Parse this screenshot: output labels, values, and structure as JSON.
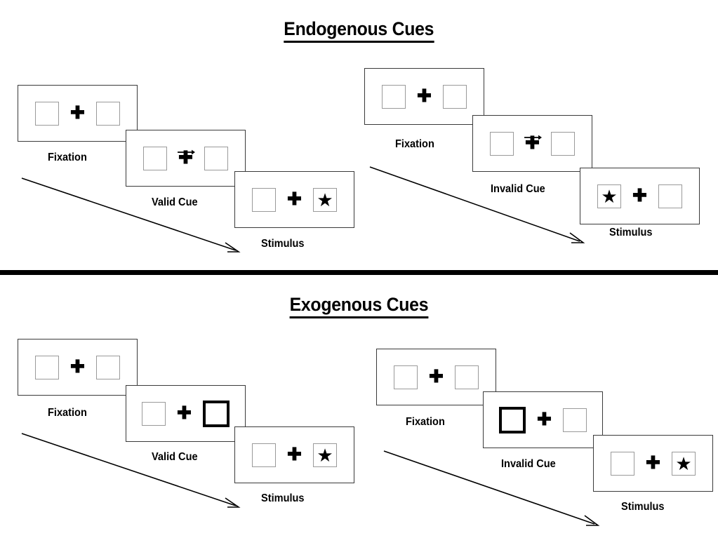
{
  "figure": {
    "title_top": "Endogenous Cues",
    "title_bottom": "Exogenous Cues",
    "divider": "section-divider-bar"
  },
  "icons": {
    "fixation_cross": "✚",
    "target_star": "★",
    "cue_arrow_right": "right-arrow-cue",
    "flow_arrow": "diagonal-flow-arrow"
  },
  "colors": {
    "ink": "#000000",
    "panel_border": "#3a3a3a",
    "box_border": "#9a9a9a",
    "cued_box_border": "#000000",
    "background": "#ffffff"
  },
  "sections": [
    {
      "id": "endogenous",
      "title": "Endogenous Cues",
      "cue_type": "central arrow cue",
      "conditions": [
        {
          "id": "endogenous-valid",
          "frames": [
            {
              "label": "Fixation",
              "left_box": "empty",
              "right_box": "empty",
              "cue": "none",
              "center": "cross"
            },
            {
              "label": "Valid Cue",
              "left_box": "empty",
              "right_box": "empty",
              "cue": "arrow-right",
              "center": "cross"
            },
            {
              "label": "Stimulus",
              "left_box": "empty",
              "right_box": "star",
              "cue": "none",
              "center": "cross"
            }
          ]
        },
        {
          "id": "endogenous-invalid",
          "frames": [
            {
              "label": "Fixation",
              "left_box": "empty",
              "right_box": "empty",
              "cue": "none",
              "center": "cross"
            },
            {
              "label": "Invalid Cue",
              "left_box": "empty",
              "right_box": "empty",
              "cue": "arrow-right",
              "center": "cross"
            },
            {
              "label": "Stimulus",
              "left_box": "star",
              "right_box": "empty",
              "cue": "none",
              "center": "cross"
            }
          ]
        }
      ]
    },
    {
      "id": "exogenous",
      "title": "Exogenous Cues",
      "cue_type": "peripheral box flash",
      "conditions": [
        {
          "id": "exogenous-valid",
          "frames": [
            {
              "label": "Fixation",
              "left_box": "empty",
              "right_box": "empty",
              "cue": "none",
              "center": "cross"
            },
            {
              "label": "Valid Cue",
              "left_box": "empty",
              "right_box": "cued",
              "cue": "peripheral-right",
              "center": "cross"
            },
            {
              "label": "Stimulus",
              "left_box": "empty",
              "right_box": "star",
              "cue": "none",
              "center": "cross"
            }
          ]
        },
        {
          "id": "exogenous-invalid",
          "frames": [
            {
              "label": "Fixation",
              "left_box": "empty",
              "right_box": "empty",
              "cue": "none",
              "center": "cross"
            },
            {
              "label": "Invalid Cue",
              "left_box": "cued",
              "right_box": "empty",
              "cue": "peripheral-left",
              "center": "cross"
            },
            {
              "label": "Stimulus",
              "left_box": "empty",
              "right_box": "star",
              "cue": "none",
              "center": "cross"
            }
          ]
        }
      ]
    }
  ]
}
